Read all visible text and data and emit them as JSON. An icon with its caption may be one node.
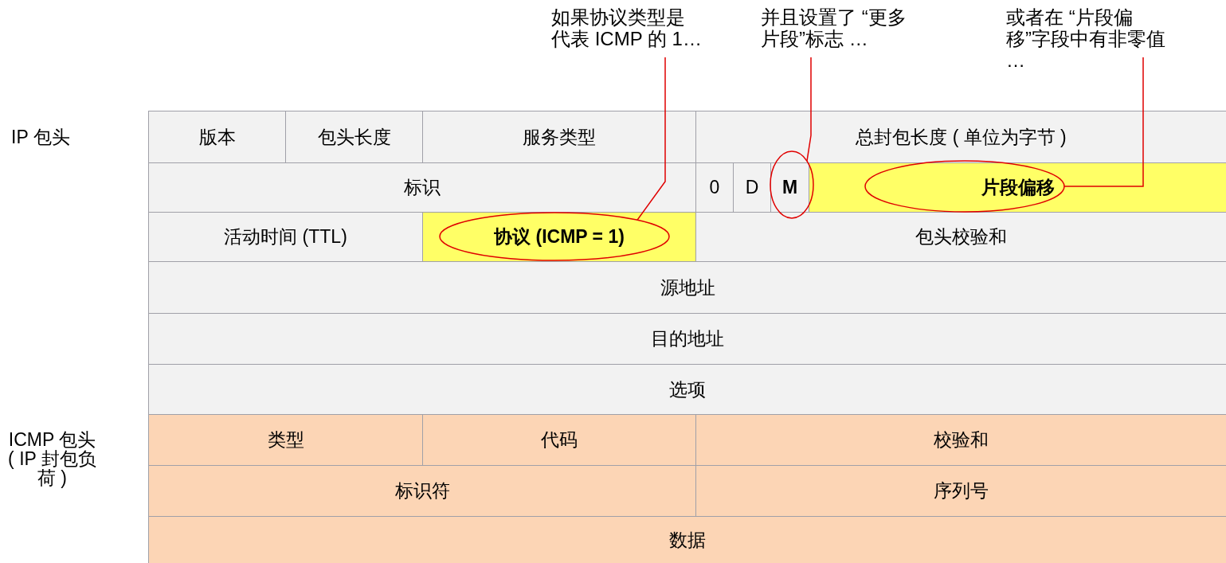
{
  "diagram": {
    "nodes": [
      {
        "text": [
          "如果协议类型是代表 ICMP 的 1…"
        ]
      },
      {
        "text": [
          "并且设置了 “更多片段”标志 …"
        ]
      },
      {
        "text": [
          "或者在 “片段偏移”字段中有非零值 …"
        ]
      },
      {
        "text": [
          "版本"
        ]
      },
      {
        "text": [
          "包头长度"
        ]
      },
      {
        "text": [
          "服务类型"
        ]
      },
      {
        "text": [
          "总封包长度 ( 单位为字节 )"
        ]
      },
      {
        "text": [
          "标识"
        ]
      },
      {
        "text": [
          "0"
        ]
      },
      {
        "text": [
          "D"
        ]
      },
      {
        "text": [
          "M"
        ]
      },
      {
        "text": [
          "片段偏移"
        ]
      },
      {
        "text": [
          "活动时间 (TTL)"
        ]
      },
      {
        "text": [
          "协议 (ICMP = 1)"
        ]
      },
      {
        "text": [
          "包头校验和"
        ]
      },
      {
        "text": [
          "源地址"
        ]
      },
      {
        "text": [
          "目的地址"
        ]
      },
      {
        "text": [
          "选项"
        ]
      },
      {
        "text": [
          "类型"
        ]
      },
      {
        "text": [
          "代码"
        ]
      },
      {
        "text": [
          "校验和"
        ]
      },
      {
        "text": [
          "标识符"
        ]
      },
      {
        "text": [
          "序列号"
        ]
      },
      {
        "text": [
          "数据"
        ]
      }
    ],
    "edges": [
      {
        "from": 0,
        "to": 13,
        "arrow": "none"
      },
      {
        "from": 1,
        "to": 10,
        "arrow": "none"
      },
      {
        "from": 2,
        "to": 11,
        "arrow": "none"
      }
    ],
    "labels": [
      "IP 包头",
      "ICMP 包头 ( IP 封包负荷 )"
    ]
  }
}
